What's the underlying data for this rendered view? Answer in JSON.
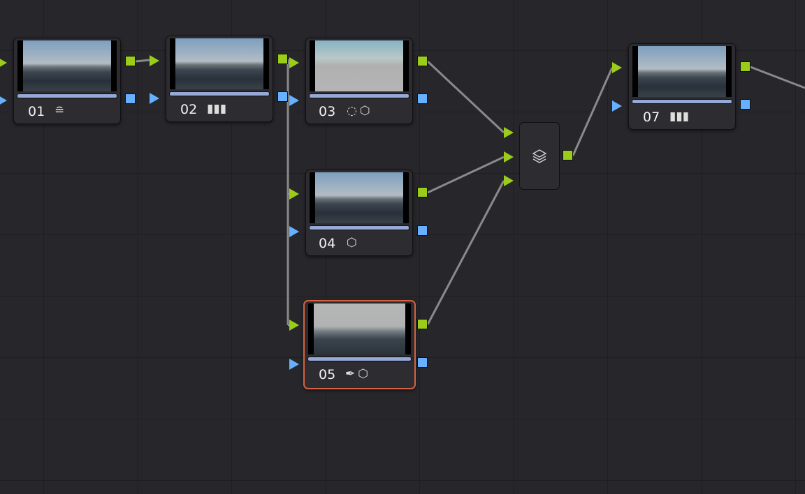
{
  "nodes": [
    {
      "id": "01",
      "tools": [
        "blur-icon"
      ]
    },
    {
      "id": "02",
      "tools": [
        "curves-icon"
      ]
    },
    {
      "id": "03",
      "tools": [
        "window-icon",
        "magic-mask-icon"
      ]
    },
    {
      "id": "04",
      "tools": [
        "magic-mask-icon"
      ]
    },
    {
      "id": "05",
      "tools": [
        "qualifier-picker-icon",
        "magic-mask-icon"
      ],
      "selected": true
    },
    {
      "id": "07",
      "tools": [
        "curves-icon"
      ]
    }
  ],
  "mixer": {
    "icon": "layers-icon"
  },
  "colors": {
    "rgb_port": "#9acd1a",
    "alpha_port": "#66b0ff",
    "selected": "#d4623f"
  }
}
